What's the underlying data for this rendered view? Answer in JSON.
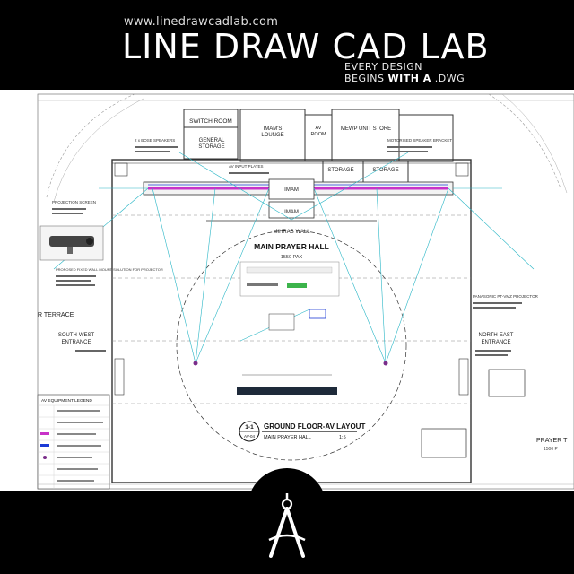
{
  "header": {
    "url": "www.linedrawcadlab.com",
    "brand": "LINE DRAW CAD LAB",
    "tagline_1": "EVERY DESIGN",
    "tagline_2_prefix": "BEGINS ",
    "tagline_2_bold": "WITH A",
    "tagline_2_suffix": " .DWG"
  },
  "drawing": {
    "rooms": {
      "switch_room": "SWITCH ROOM",
      "general_storage_1": "GENERAL",
      "general_storage_2": "STORAGE",
      "imams_lounge_1": "IMAM'S",
      "imams_lounge_2": "LOUNGE",
      "av_room_1": "AV",
      "av_room_2": "ROOM",
      "mewp_store": "MEWP UNIT STORE",
      "storage_left": "STORAGE",
      "storage_right": "STORAGE",
      "imam_upper": "IMAM",
      "imam_lower": "IMAM",
      "mihrab_wall": "MIHRAB WALL",
      "main_prayer_hall": "MAIN PRAYER HALL",
      "capacity": "1550 PAX",
      "terrace": "R TERRACE",
      "south_west_1": "SOUTH-WEST",
      "south_west_2": "ENTRANCE",
      "north_east_1": "NORTH-EAST",
      "north_east_2": "ENTRANCE",
      "prayer_right": "PRAYER T",
      "prayer_right_pax": "1500 P",
      "av_equipment_legend": "AV EQUIPMENT LEGEND"
    },
    "title_block": {
      "number": "1-1",
      "sheet": "AV-04",
      "title": "GROUND FLOOR-AV LAYOUT",
      "subtitle": "MAIN PRAYER HALL",
      "scale": "1:5"
    },
    "notes": {
      "wall_plates": "AV INPUT PLATES",
      "speakers": "2 x BOSE SPEAKERS",
      "projector": "PANASONIC PT-VMZ PROJECTOR",
      "speaker_bracket": "MOTORISED SPEAKER BRACKET",
      "projection_screen": "PROJECTION SCREEN",
      "fixed_wall_solution": "PROPOSED FIXED WALL MOUNT SOLUTION FOR PROJECTOR"
    }
  },
  "colors": {
    "cyan_lines": "#29b6c6",
    "magenta_band": "#c832c8",
    "green_mark": "#3cb44b",
    "navy_bar": "#1e2a3a"
  },
  "icons": {
    "footer_logo": "compass-divider-icon"
  }
}
